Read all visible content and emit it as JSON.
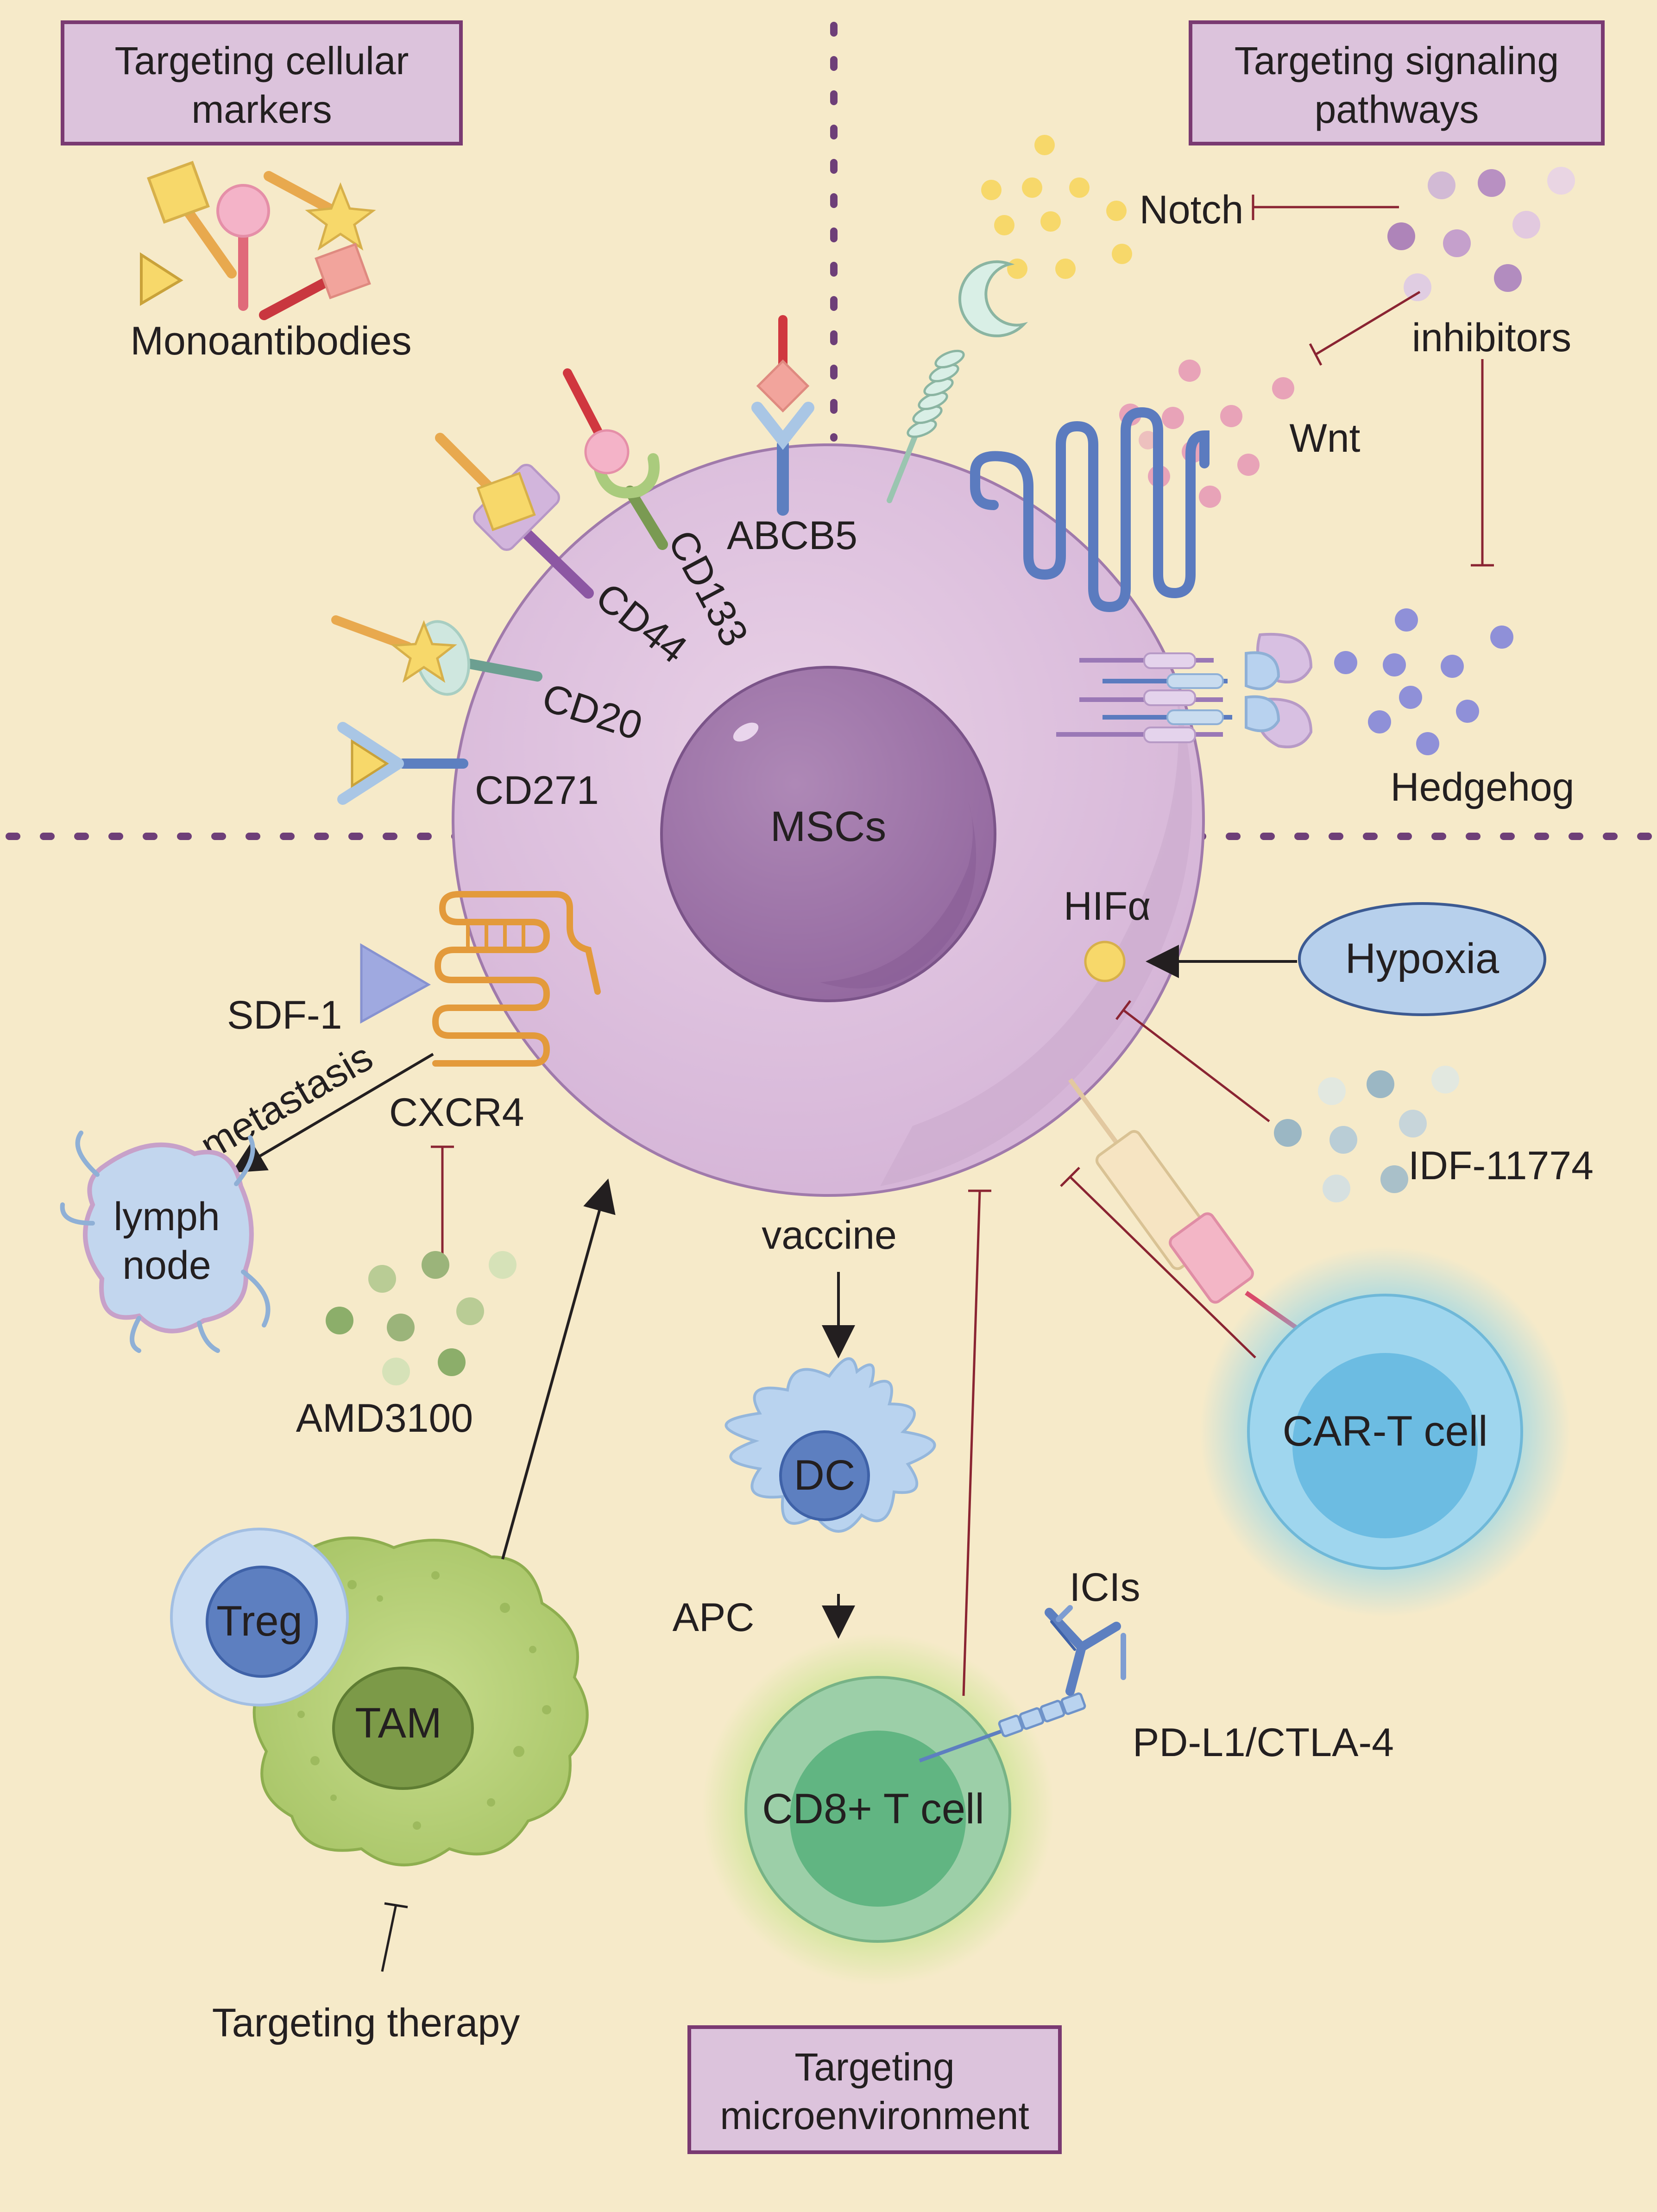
{
  "quadrant_titles": {
    "cellular_markers": [
      "Targeting cellular",
      "markers"
    ],
    "signaling_pathways": [
      "Targeting signaling",
      "pathways"
    ],
    "microenvironment": [
      "Targeting",
      "microenvironment"
    ]
  },
  "center_cell": "MSCs",
  "markers": {
    "drug_label": "Monoantibodies",
    "items": [
      "ABCB5",
      "CD133",
      "CD44",
      "CD20",
      "CD271"
    ]
  },
  "pathways": {
    "inhibitors": "inhibitors",
    "notch": "Notch",
    "wnt": "Wnt",
    "hedgehog": "Hedgehog"
  },
  "hypoxia": {
    "factor": "HIFα",
    "stimulus": "Hypoxia",
    "inhibitor": "IDF-11774"
  },
  "microenvironment": {
    "ligand": "SDF-1",
    "receptor": "CXCR4",
    "process": "metastasis",
    "lymph_node": [
      "lymph",
      "node"
    ],
    "antagonist": "AMD3100",
    "vaccine": "vaccine",
    "dc": "DC",
    "apc": "APC",
    "icis": "ICIs",
    "checkpoints": "PD-L1/CTLA-4",
    "cd8": "CD8+ T cell",
    "car_t": "CAR-T cell",
    "treg": "Treg",
    "tam": "TAM",
    "therapy": "Targeting therapy"
  },
  "colors": {
    "background": "#f6eac9",
    "title_box": "#dcc3dc",
    "title_border": "#7a3a72",
    "divider": "#6e3f78",
    "cell_body": "#dcbedc",
    "nucleus": "#a07aab",
    "inhibit_line": "#8a2432"
  }
}
